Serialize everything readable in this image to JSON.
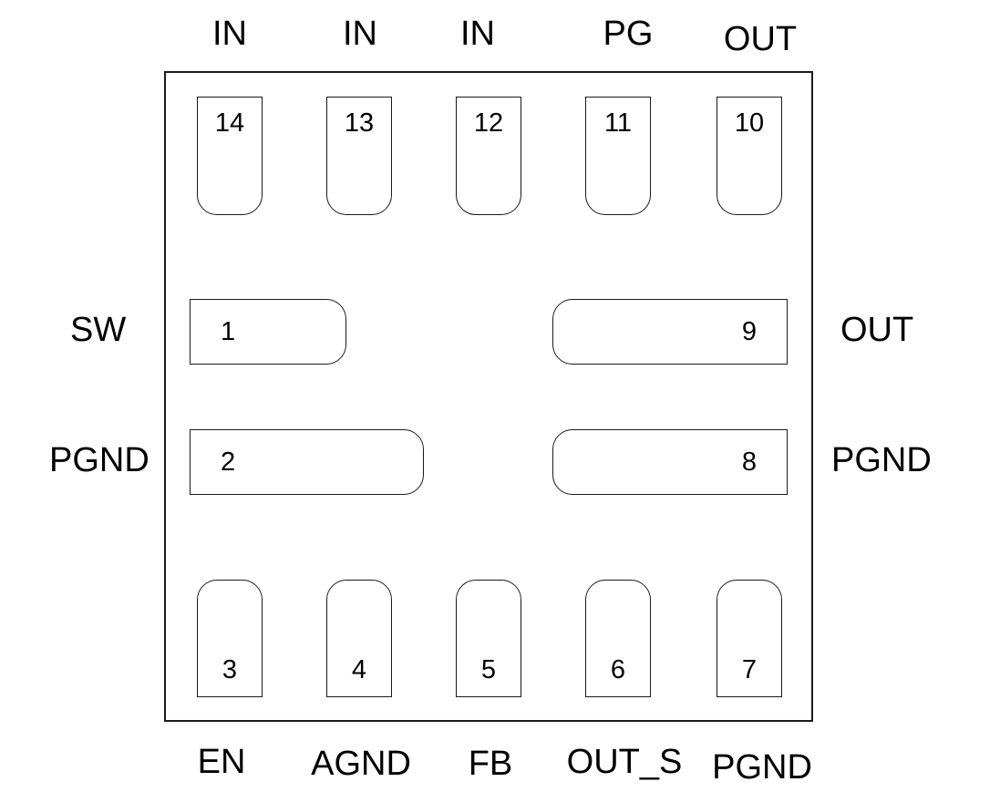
{
  "top_pins": [
    {
      "number": "14",
      "label": "IN"
    },
    {
      "number": "13",
      "label": "IN"
    },
    {
      "number": "12",
      "label": "IN"
    },
    {
      "number": "11",
      "label": "PG"
    },
    {
      "number": "10",
      "label": "OUT"
    }
  ],
  "bottom_pins": [
    {
      "number": "3",
      "label": "EN"
    },
    {
      "number": "4",
      "label": "AGND"
    },
    {
      "number": "5",
      "label": "FB"
    },
    {
      "number": "6",
      "label": "OUT_S"
    },
    {
      "number": "7",
      "label": "PGND"
    }
  ],
  "left_pins": [
    {
      "number": "1",
      "label": "SW"
    },
    {
      "number": "2",
      "label": "PGND"
    }
  ],
  "right_pins": [
    {
      "number": "9",
      "label": "OUT"
    },
    {
      "number": "8",
      "label": "PGND"
    }
  ]
}
